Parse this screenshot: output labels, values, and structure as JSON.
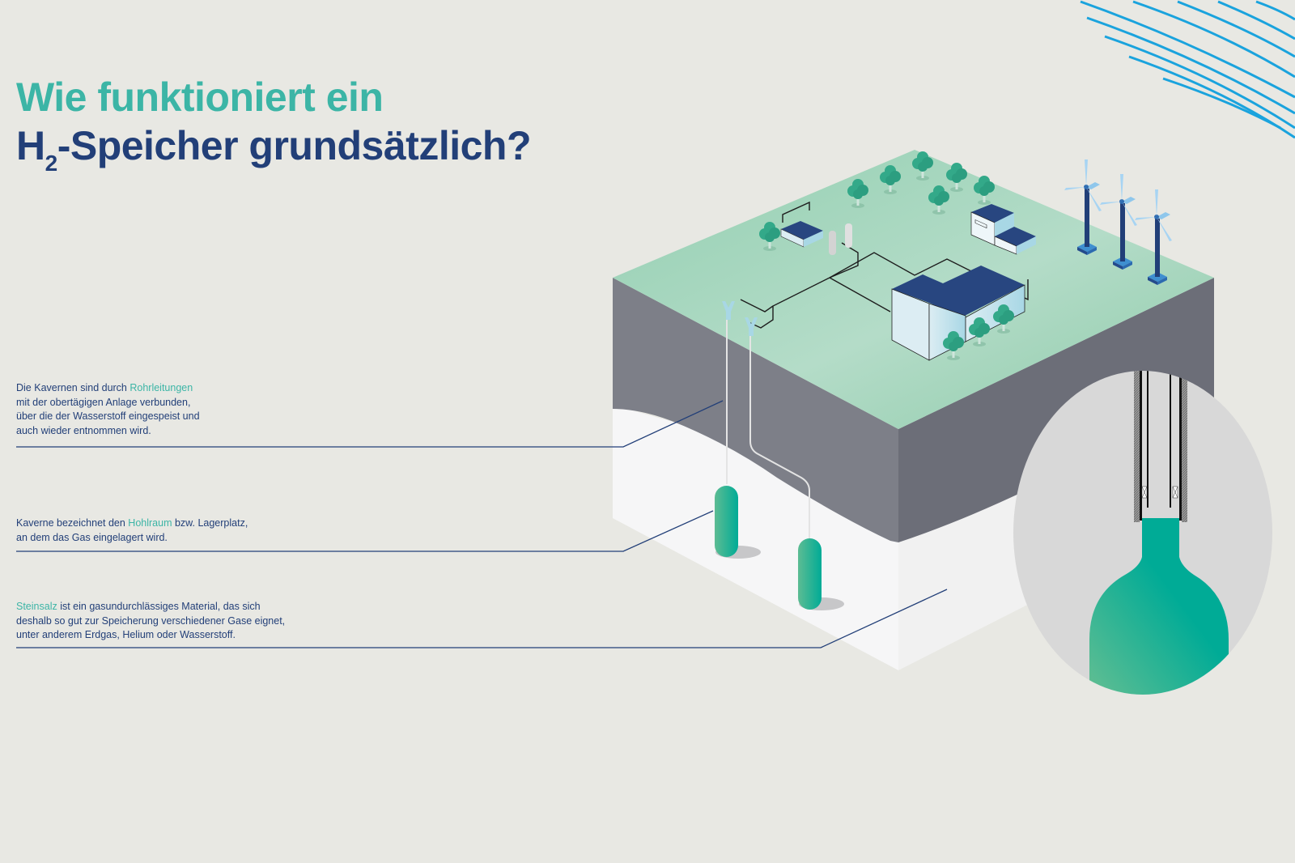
{
  "title": {
    "line1": "Wie funktioniert ein",
    "line2_prefix": "H",
    "line2_subscript": "2",
    "line2_suffix": "-Speicher grundsätzlich?"
  },
  "captions": [
    {
      "id": "pipelines",
      "lines": [
        {
          "pre": "Die Kavernen sind durch ",
          "hl": "Rohrleitungen",
          "post": ""
        },
        {
          "pre": "mit der obertägigen Anlage verbunden,",
          "hl": "",
          "post": ""
        },
        {
          "pre": "über die der Wasserstoff eingespeist und",
          "hl": "",
          "post": ""
        },
        {
          "pre": "auch wieder entnommen wird.",
          "hl": "",
          "post": ""
        }
      ]
    },
    {
      "id": "cavern",
      "lines": [
        {
          "pre": "Kaverne bezeichnet den ",
          "hl": "Hohlraum",
          "post": " bzw. Lagerplatz,"
        },
        {
          "pre": "an dem das Gas eingelagert wird.",
          "hl": "",
          "post": ""
        }
      ]
    },
    {
      "id": "rock-salt",
      "lines": [
        {
          "pre": "",
          "hl": "Steinsalz",
          "post": " ist ein gasundurchlässiges Material, das sich"
        },
        {
          "pre": "deshalb so gut zur Speicherung verschiedener Gase eignet,",
          "hl": "",
          "post": ""
        },
        {
          "pre": "unter anderem Erdgas, Helium oder Wasserstoff.",
          "hl": "",
          "post": ""
        }
      ]
    }
  ],
  "colors": {
    "background": "#e8e8e3",
    "title_teal": "#3cb5a6",
    "title_navy": "#223f78",
    "ground_green": "#8fcbad",
    "rock_gray": "#7b7d86",
    "salt_white": "#f6f6f7",
    "cavern_teal": "#00ab96",
    "roof_navy": "#284680",
    "wave_blue": "#1aa3dd"
  },
  "illustration": {
    "icons": [
      "wave-lines-icon",
      "tree-icon",
      "building-icon",
      "gas-tank-icon",
      "wind-turbine-icon",
      "wellhead-icon",
      "cavern-icon",
      "borehole-detail-icon"
    ]
  }
}
